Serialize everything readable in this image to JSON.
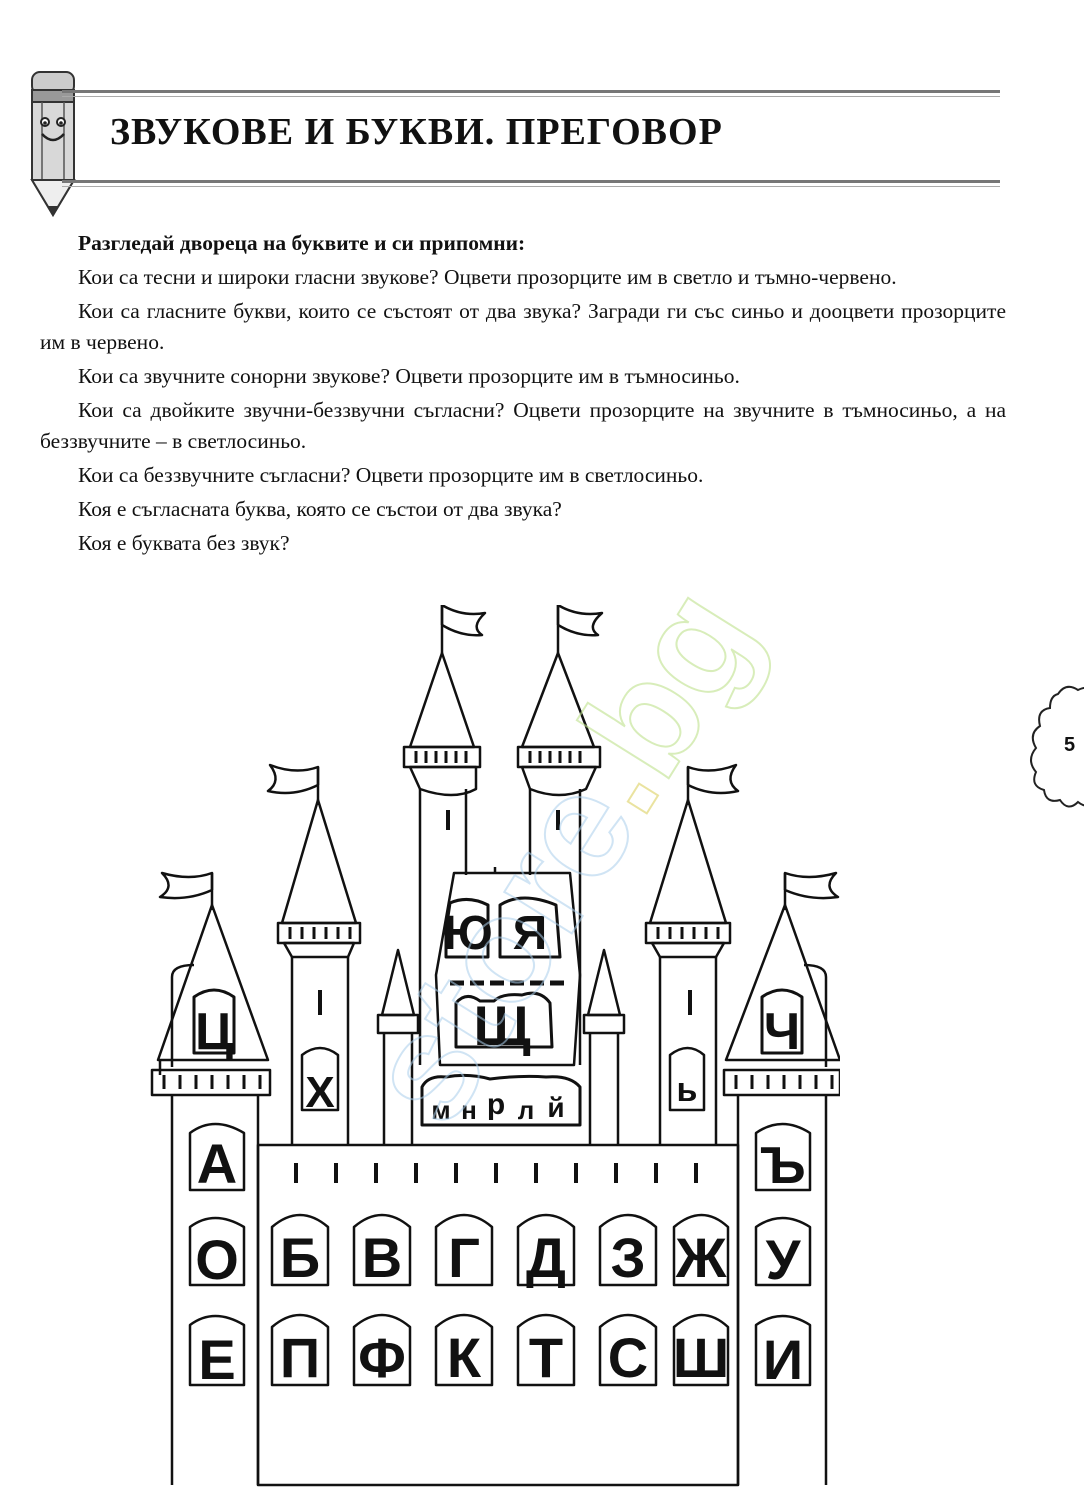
{
  "header": {
    "title": "ЗВУКОВЕ И БУКВИ. ПРЕГОВОР"
  },
  "body": {
    "lead": "Разгледай двореца на буквите и си припомни:",
    "paragraphs": [
      "Кои са тесни и широки гласни звукове? Оцвети прозорците им в светло и тъмно-червено.",
      "Кои са гласните букви, които се състоят от два звука? Загради ги със синьо и доoцвети прозорците им в червено.",
      "Кои са звучните сонорни звукове? Оцвети прозорците им в тъмносиньо.",
      "Кои са двойките звучни-беззвучни съгласни? Оцвети прозорците на звучните в тъмносиньо, а на беззвучните – в светлосиньо.",
      "Кои са беззвучните съгласни? Оцвети прозорците им в светлосиньо.",
      "Коя е съгласната буква, която се състои от два звука?",
      "Коя е буквата без звук?"
    ]
  },
  "page_number": "5",
  "castle": {
    "top_window": [
      "Ю",
      "Я"
    ],
    "middle_window": "Щ",
    "sonorants": [
      "м",
      "н",
      "р",
      "л",
      "й"
    ],
    "left_tower_top": "Ц",
    "right_tower_top": "Ч",
    "left_inner_tower": "Х",
    "right_inner_tower": "ь",
    "left_tower_letters": [
      "А",
      "О",
      "Е"
    ],
    "right_tower_letters": [
      "Ъ",
      "У",
      "И"
    ],
    "wall_row_1": [
      "Б",
      "В",
      "Г",
      "Д",
      "З",
      "Ж"
    ],
    "wall_row_2": [
      "П",
      "Ф",
      "К",
      "Т",
      "С",
      "Ш"
    ]
  },
  "watermark": {
    "text": "store",
    "dot": ".",
    "suffix": "bg"
  },
  "colors": {
    "ink": "#111111",
    "rule": "#777777",
    "watermark_blue": "#aacdeb",
    "watermark_green": "#bee18c",
    "watermark_yellow": "#e1d778"
  }
}
